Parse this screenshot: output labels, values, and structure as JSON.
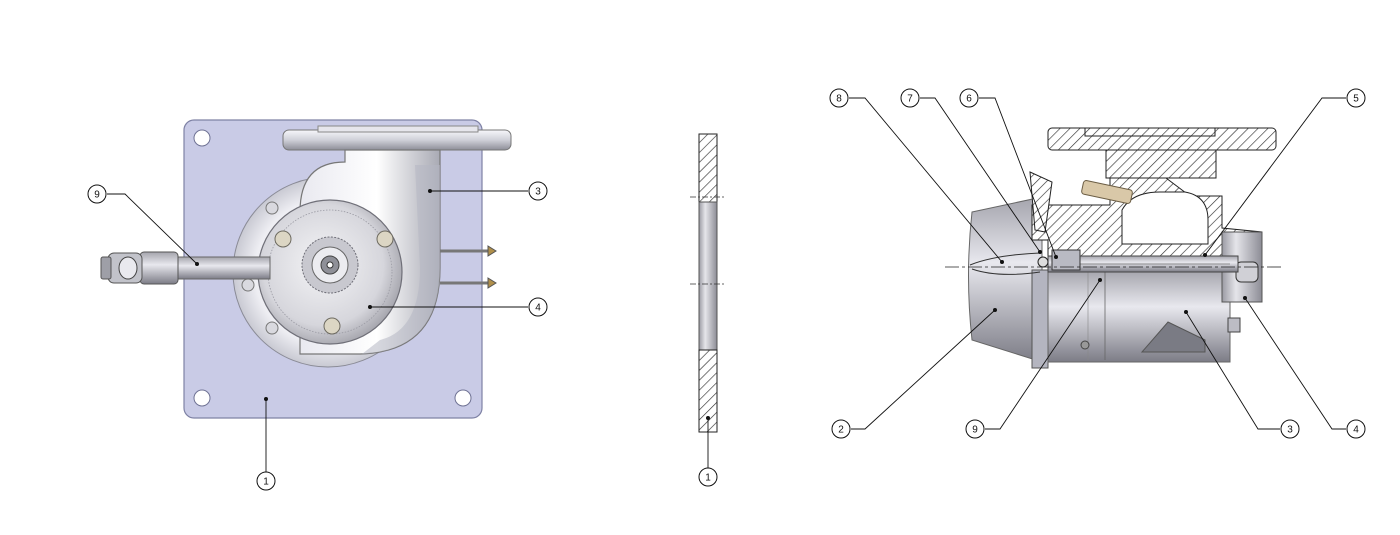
{
  "front_view": {
    "balloons": {
      "b9": "9",
      "b3": "3",
      "b4": "4",
      "b1": "1"
    }
  },
  "section_view": {
    "balloons": {
      "b1": "1"
    }
  },
  "side_view": {
    "balloons": {
      "b8": "8",
      "b7": "7",
      "b6": "6",
      "b5": "5",
      "b2": "2",
      "b9": "9",
      "b3": "3",
      "b4": "4"
    }
  },
  "colors": {
    "plate": "#c9cbe6",
    "plate_edge": "#8c8fb0",
    "metal_light": "#f2f2f7",
    "metal_mid": "#cfcfd6",
    "metal_dark": "#7d7d86",
    "hatch": "#333333"
  }
}
